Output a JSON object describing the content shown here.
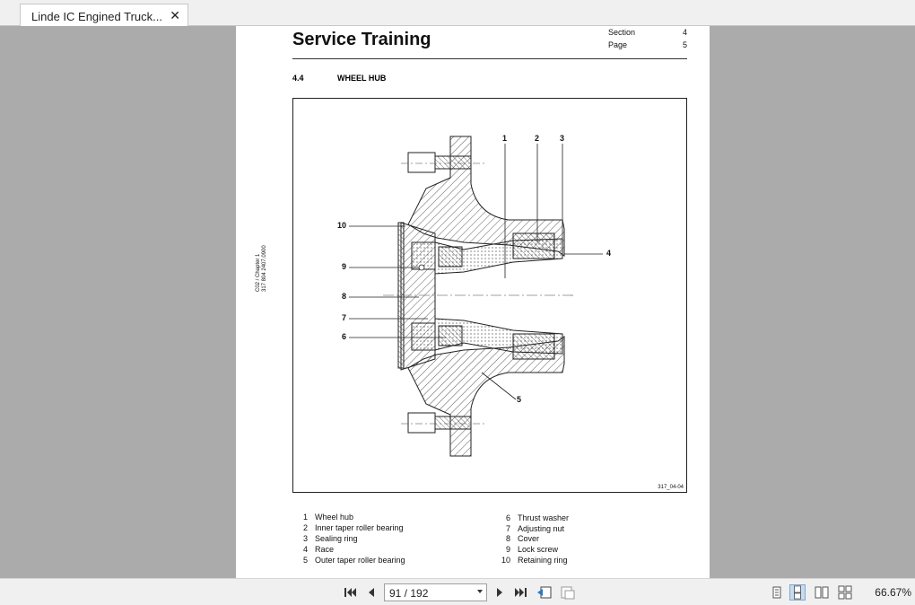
{
  "tab": {
    "title": "Linde IC Engined Truck..."
  },
  "document": {
    "title": "Service Training",
    "section_label": "Section",
    "section_value": "4",
    "page_label": "Page",
    "page_value": "5",
    "section_number": "4.4",
    "section_title": "WHEEL HUB",
    "side_text_1": "C02 / Chapter 1",
    "side_text_2": "317 804 2407.0900",
    "figure_id": "317_04-04",
    "callouts": [
      "1",
      "2",
      "3",
      "4",
      "5",
      "6",
      "7",
      "8",
      "9",
      "10"
    ],
    "legend_left": [
      {
        "num": "1",
        "text": "Wheel hub"
      },
      {
        "num": "2",
        "text": "Inner taper roller bearing"
      },
      {
        "num": "3",
        "text": "Sealing ring"
      },
      {
        "num": "4",
        "text": "Race"
      },
      {
        "num": "5",
        "text": "Outer taper roller bearing"
      }
    ],
    "legend_right": [
      {
        "num": "6",
        "text": "Thrust washer"
      },
      {
        "num": "7",
        "text": "Adjusting nut"
      },
      {
        "num": "8",
        "text": "Cover"
      },
      {
        "num": "9",
        "text": "Lock screw"
      },
      {
        "num": "10",
        "text": "Retaining ring"
      }
    ]
  },
  "toolbar": {
    "page_indicator": "91 / 192",
    "zoom": "66.67%"
  },
  "icons": {
    "first_page": "first-page-icon",
    "prev_page": "prev-page-icon",
    "next_page": "next-page-icon",
    "last_page": "last-page-icon"
  }
}
